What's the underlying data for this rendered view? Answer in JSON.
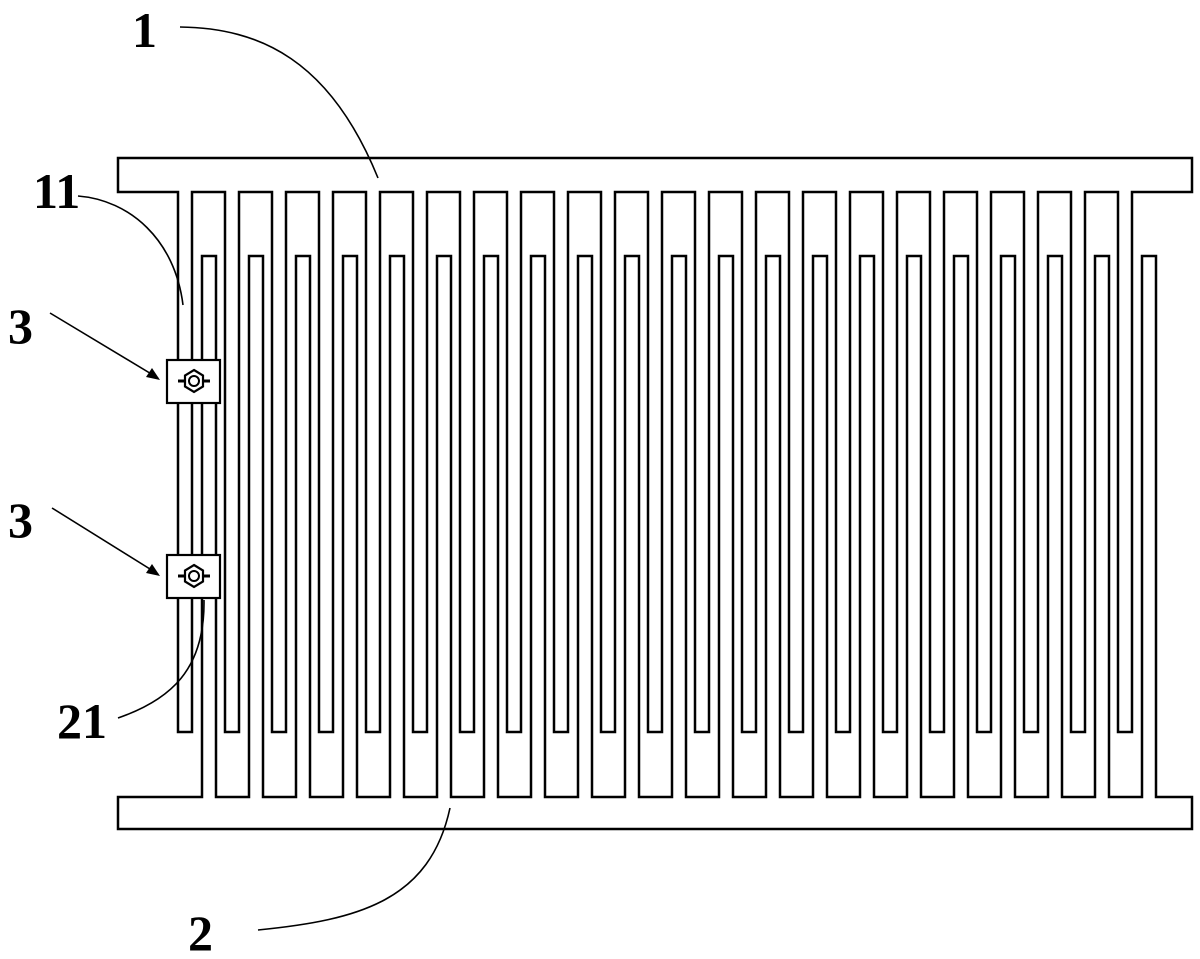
{
  "labels": {
    "part_1": "1",
    "part_11": "11",
    "part_3a": "3",
    "part_3b": "3",
    "part_21": "21",
    "part_2": "2"
  },
  "colors": {
    "line": "#000000",
    "background": "#ffffff"
  },
  "icons": {
    "clamp": "clamp-bolt-icon"
  }
}
